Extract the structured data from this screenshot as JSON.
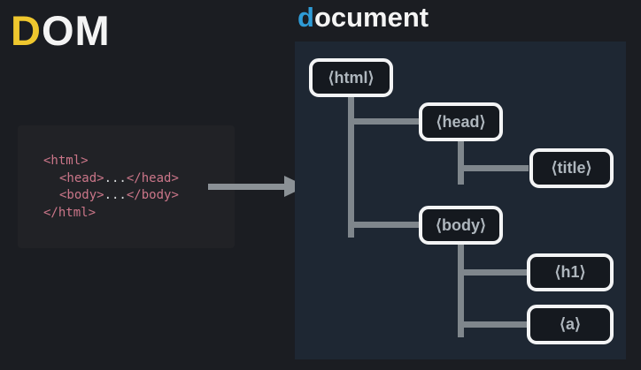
{
  "header": {
    "dom_title": {
      "highlight": "D",
      "rest": "OM"
    },
    "tree_title": {
      "highlight": "d",
      "rest": "ocument"
    }
  },
  "code_panel": {
    "lines": [
      {
        "full": "<html>"
      },
      {
        "open": "<head>",
        "dots": "...",
        "close": "</head>"
      },
      {
        "open": "<body>",
        "dots": "...",
        "close": "</body>"
      },
      {
        "full": "</html>"
      }
    ]
  },
  "tree": {
    "nodes": [
      {
        "id": "html",
        "label": "⟨html⟩"
      },
      {
        "id": "head",
        "label": "⟨head⟩"
      },
      {
        "id": "title",
        "label": "⟨title⟩"
      },
      {
        "id": "body",
        "label": "⟨body⟩"
      },
      {
        "id": "h1",
        "label": "⟨h1⟩"
      },
      {
        "id": "a",
        "label": "⟨a⟩"
      }
    ]
  },
  "colors": {
    "dom_highlight": "#efc72e",
    "document_highlight": "#2e9bd6",
    "code_tag": "#cb7689",
    "code_dots": "#d6d8da",
    "connector": "#7f868c",
    "node_border": "#f3f4f5",
    "node_text": "#aeb6bd",
    "panel_bg": "#1e2733",
    "page_bg": "#1b1d22"
  }
}
